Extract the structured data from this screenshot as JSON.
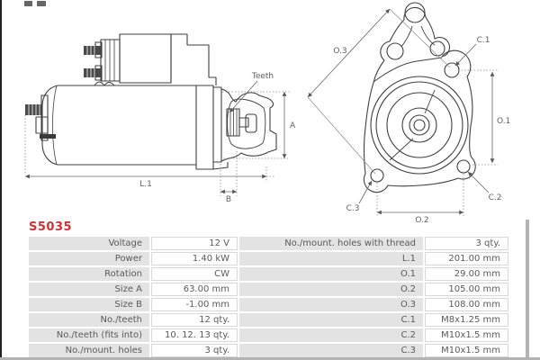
{
  "part_number": "S5035",
  "colors": {
    "accent": "#cc3333",
    "outline": "#3f3f3f",
    "dimension_line": "#707070",
    "table_label_bg": "#e3e3e3",
    "table_text": "#5a5a5a"
  },
  "diagram": {
    "side_view": {
      "teeth_label": "Teeth",
      "dim_a": "A",
      "dim_b": "B",
      "dim_l1": "L.1"
    },
    "front_view": {
      "dim_o3": "O.3",
      "dim_c1": "C.1",
      "dim_o1": "O.1",
      "dim_c2": "C.2",
      "dim_c3": "C.3",
      "dim_o2": "O.2"
    }
  },
  "table": {
    "rows": [
      {
        "l_label": "Voltage",
        "l_value": "12 V",
        "r_label": "No./mount. holes with thread",
        "r_value": "3 qty."
      },
      {
        "l_label": "Power",
        "l_value": "1.40 kW",
        "r_label": "L.1",
        "r_value": "201.00 mm"
      },
      {
        "l_label": "Rotation",
        "l_value": "CW",
        "r_label": "O.1",
        "r_value": "29.00 mm"
      },
      {
        "l_label": "Size A",
        "l_value": "63.00 mm",
        "r_label": "O.2",
        "r_value": "105.00 mm"
      },
      {
        "l_label": "Size B",
        "l_value": "-1.00 mm",
        "r_label": "O.3",
        "r_value": "108.00 mm"
      },
      {
        "l_label": "No./teeth",
        "l_value": "12 qty.",
        "r_label": "C.1",
        "r_value": "M8x1.25 mm"
      },
      {
        "l_label": "No./teeth (fits into)",
        "l_value": "10. 12. 13 qty.",
        "r_label": "C.2",
        "r_value": "M10x1.5 mm"
      },
      {
        "l_label": "No./mount. holes",
        "l_value": "3 qty.",
        "r_label": "C.3",
        "r_value": "M10x1.5 mm"
      }
    ]
  }
}
